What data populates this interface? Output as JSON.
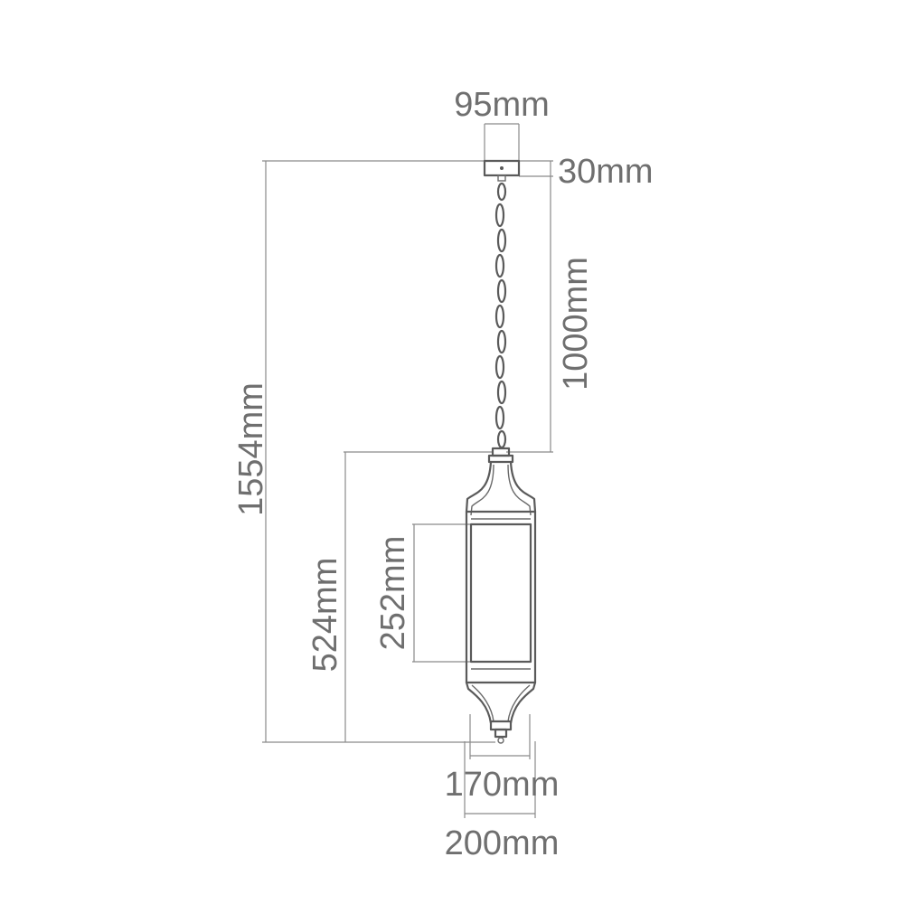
{
  "dimensions": {
    "canopy_width": "95mm",
    "canopy_height": "30mm",
    "chain_length": "1000mm",
    "overall_height": "1554mm",
    "body_height": "524mm",
    "shade_height": "252mm",
    "inner_width": "170mm",
    "outer_width": "200mm"
  },
  "colors": {
    "line": "#5a5a5a",
    "dimension": "#8a8a8a",
    "text": "#6f6f6f"
  }
}
